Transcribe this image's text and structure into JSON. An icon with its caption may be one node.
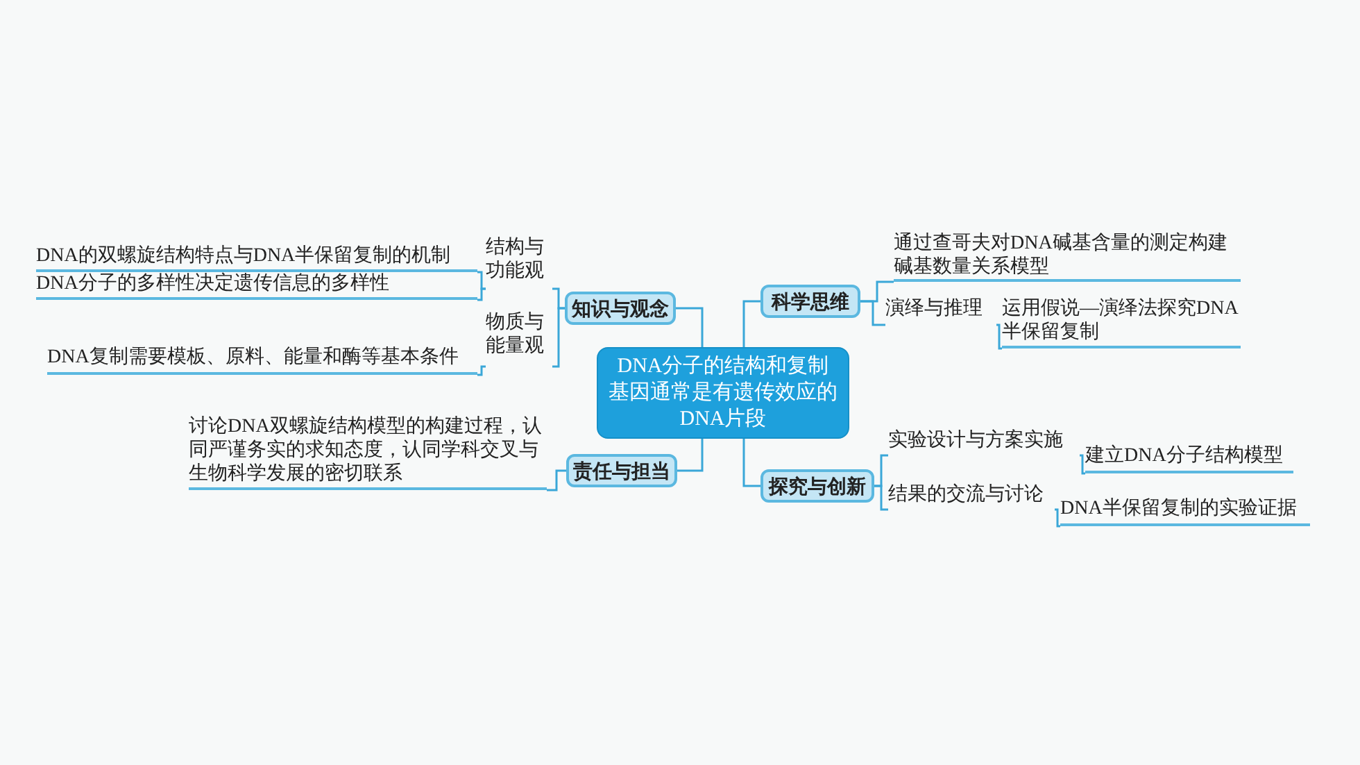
{
  "diagram": {
    "nodes": [
      {
        "text": [
          "DNA分子的结构和复制",
          "基因通常是有遗传效应的DNA片段"
        ]
      },
      {
        "text": [
          "知识与观念"
        ]
      },
      {
        "text": [
          "结构与功能观"
        ]
      },
      {
        "text": [
          "DNA的双螺旋结构特点与DNA半保留复制的机制"
        ]
      },
      {
        "text": [
          "DNA分子的多样性决定遗传信息的多样性"
        ]
      },
      {
        "text": [
          "物质与能量观"
        ]
      },
      {
        "text": [
          "DNA复制需要模板、原料、能量和酶等基本条件"
        ]
      },
      {
        "text": [
          "责任与担当"
        ]
      },
      {
        "text": [
          "讨论DNA双螺旋结构模型的构建过程，认同严谨务实的求知态度，认同学科交叉与生物科学发展的密切联系"
        ]
      },
      {
        "text": [
          "科学思维"
        ]
      },
      {
        "text": [
          "通过查哥夫对DNA碱基含量的测定构建碱基数量关系模型"
        ]
      },
      {
        "text": [
          "演绎与推理"
        ]
      },
      {
        "text": [
          "运用假说—演绎法探究DNA半保留复制"
        ]
      },
      {
        "text": [
          "探究与创新"
        ]
      },
      {
        "text": [
          "实验设计与方案实施"
        ]
      },
      {
        "text": [
          "建立DNA分子结构模型"
        ]
      },
      {
        "text": [
          "结果的交流与讨论"
        ]
      },
      {
        "text": [
          "DNA半保留复制的实验证据"
        ]
      }
    ],
    "edges": [
      {
        "from": 0,
        "to": 1,
        "arrow": "none"
      },
      {
        "from": 1,
        "to": 2,
        "arrow": "none"
      },
      {
        "from": 2,
        "to": 3,
        "arrow": "none"
      },
      {
        "from": 2,
        "to": 4,
        "arrow": "none"
      },
      {
        "from": 1,
        "to": 5,
        "arrow": "none"
      },
      {
        "from": 5,
        "to": 6,
        "arrow": "none"
      },
      {
        "from": 0,
        "to": 7,
        "arrow": "none"
      },
      {
        "from": 7,
        "to": 8,
        "arrow": "none"
      },
      {
        "from": 0,
        "to": 9,
        "arrow": "none"
      },
      {
        "from": 9,
        "to": 10,
        "arrow": "none"
      },
      {
        "from": 9,
        "to": 11,
        "arrow": "none"
      },
      {
        "from": 11,
        "to": 12,
        "arrow": "none"
      },
      {
        "from": 0,
        "to": 13,
        "arrow": "none"
      },
      {
        "from": 13,
        "to": 14,
        "arrow": "none"
      },
      {
        "from": 14,
        "to": 15,
        "arrow": "none"
      },
      {
        "from": 13,
        "to": 16,
        "arrow": "none"
      },
      {
        "from": 16,
        "to": 17,
        "arrow": "none"
      }
    ]
  }
}
